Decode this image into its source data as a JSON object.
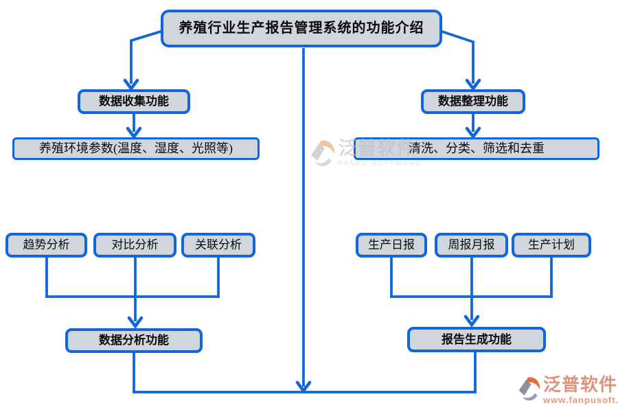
{
  "diagram": {
    "title": "养殖行业生产报告管理系统的功能介绍",
    "nodes": {
      "data_collection": "数据收集功能",
      "env_params": "养殖环境参数(温度、湿度、光照等)",
      "data_organization": "数据整理功能",
      "cleaning": "清洗、分类、筛选和去重",
      "trend_analysis": "趋势分析",
      "compare_analysis": "对比分析",
      "correlation_analysis": "关联分析",
      "daily_report": "生产日报",
      "weekly_monthly_report": "周报月报",
      "production_plan": "生产计划",
      "data_analysis": "数据分析功能",
      "report_generation": "报告生成功能"
    },
    "colors": {
      "line_blue": "#1167d9",
      "node_fill": "#d1d6dd",
      "text": "#0a0a0a"
    }
  },
  "watermarks": {
    "center": {
      "brand": "泛普软件",
      "subtitle": "FANPU SOFTWARE"
    },
    "corner": {
      "brand": "泛普软件",
      "url": "www.fanpusoft.com"
    }
  }
}
